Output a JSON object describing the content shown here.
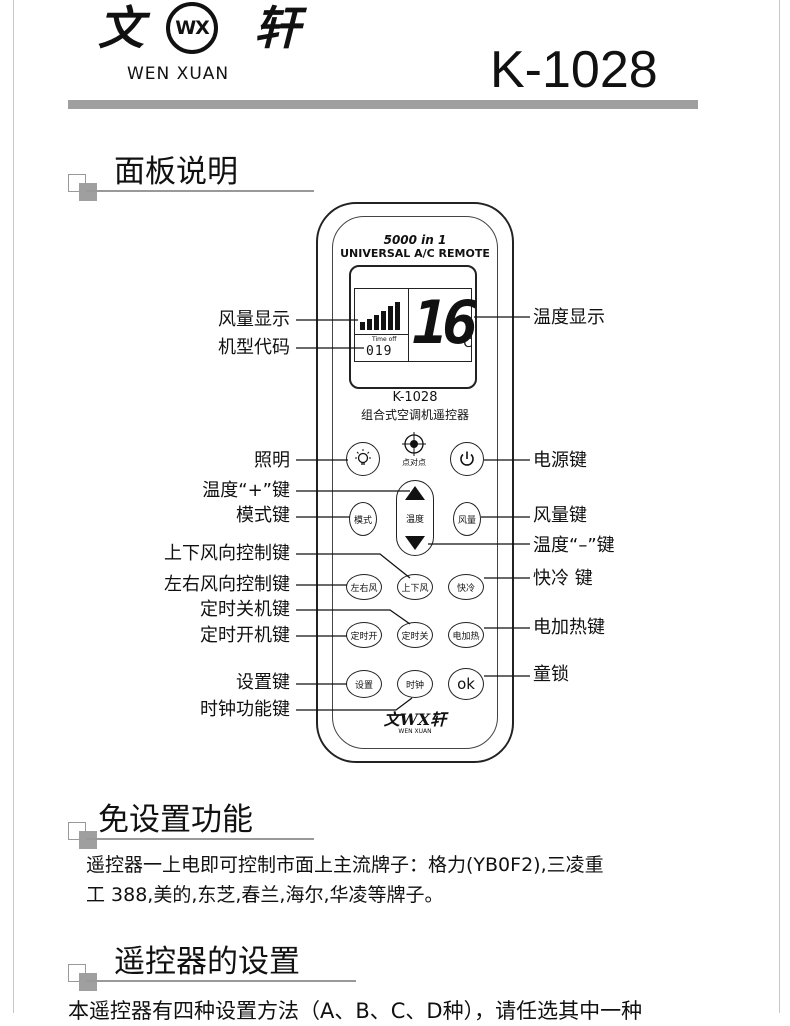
{
  "header": {
    "brand_han_left": "文",
    "brand_mark": "WX",
    "brand_han_right": "轩",
    "brand_en": "WEN XUAN",
    "model": "K-1028"
  },
  "section_panel": {
    "title": "面板说明"
  },
  "remote": {
    "title_line1": "5000 in 1",
    "title_line2": "UNIVERSAL A/C REMOTE",
    "lcd_temp": "16",
    "lcd_unit": "℃",
    "lcd_timer": "Time off",
    "lcd_code": "019",
    "model": "K-1028",
    "desc": "组合式空调机遥控器",
    "point_label": "点对点",
    "logo_han": "文WX轩",
    "logo_en": "WEN XUAN",
    "buttons": {
      "mode": "模式",
      "temp": "温度",
      "fan": "风量",
      "lr_swing": "左右风",
      "ud_swing": "上下风",
      "quick_cool": "快冷",
      "timer_on": "定时开",
      "timer_off": "定时关",
      "heat": "电加热",
      "setup": "设置",
      "clock": "时钟",
      "ok": "ok"
    }
  },
  "callouts": {
    "fan_display": "风量显示",
    "model_code": "机型代码",
    "temp_display": "温度显示",
    "light": "照明",
    "power_key": "电源键",
    "temp_plus": "温度“+”键",
    "mode_key": "模式键",
    "fan_key": "风量键",
    "ud_swing_key": "上下风向控制键",
    "temp_minus": "温度“–”键",
    "lr_swing_key": "左右风向控制键",
    "quick_cool_key": "快冷 键",
    "timer_off_key": "定时关机键",
    "timer_on_key": "定时开机键",
    "heat_key": "电加热键",
    "setup_key": "设置键",
    "child_lock": "童锁",
    "clock_key": "时钟功能键"
  },
  "section_free": {
    "title": "免设置功能",
    "line1": "遥控器一上电即可控制市面上主流牌子：格力(YB0F2),三凌重",
    "line2": "工 388,美的,东芝,春兰,海尔,华凌等牌子。"
  },
  "section_setup": {
    "title": "遥控器的设置",
    "line1": "本遥控器有四种设置方法（A、B、C、D种），请任选其中一种"
  }
}
